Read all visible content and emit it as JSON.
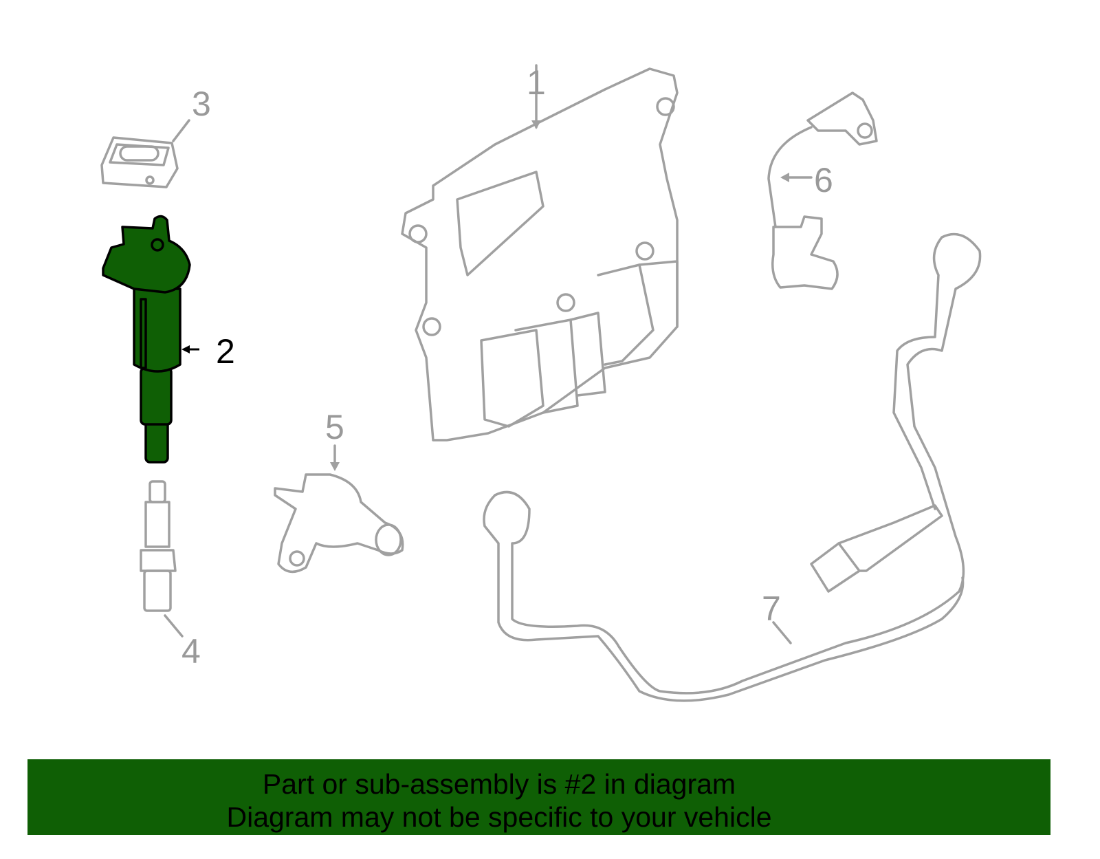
{
  "diagram": {
    "highlight_color": "#0f5f05",
    "callouts": [
      {
        "id": "1",
        "label": "1",
        "part": "engine-control-module"
      },
      {
        "id": "2",
        "label": "2",
        "part": "ignition-coil",
        "highlighted": true
      },
      {
        "id": "3",
        "label": "3",
        "part": "bracket"
      },
      {
        "id": "4",
        "label": "4",
        "part": "spark-plug"
      },
      {
        "id": "5",
        "label": "5",
        "part": "camshaft-sensor"
      },
      {
        "id": "6",
        "label": "6",
        "part": "crankshaft-sensor"
      },
      {
        "id": "7",
        "label": "7",
        "part": "knock-sensor-harness"
      }
    ]
  },
  "banner": {
    "line1": "Part or sub-assembly is #2 in diagram",
    "line2": "Diagram may not be specific to your vehicle"
  }
}
